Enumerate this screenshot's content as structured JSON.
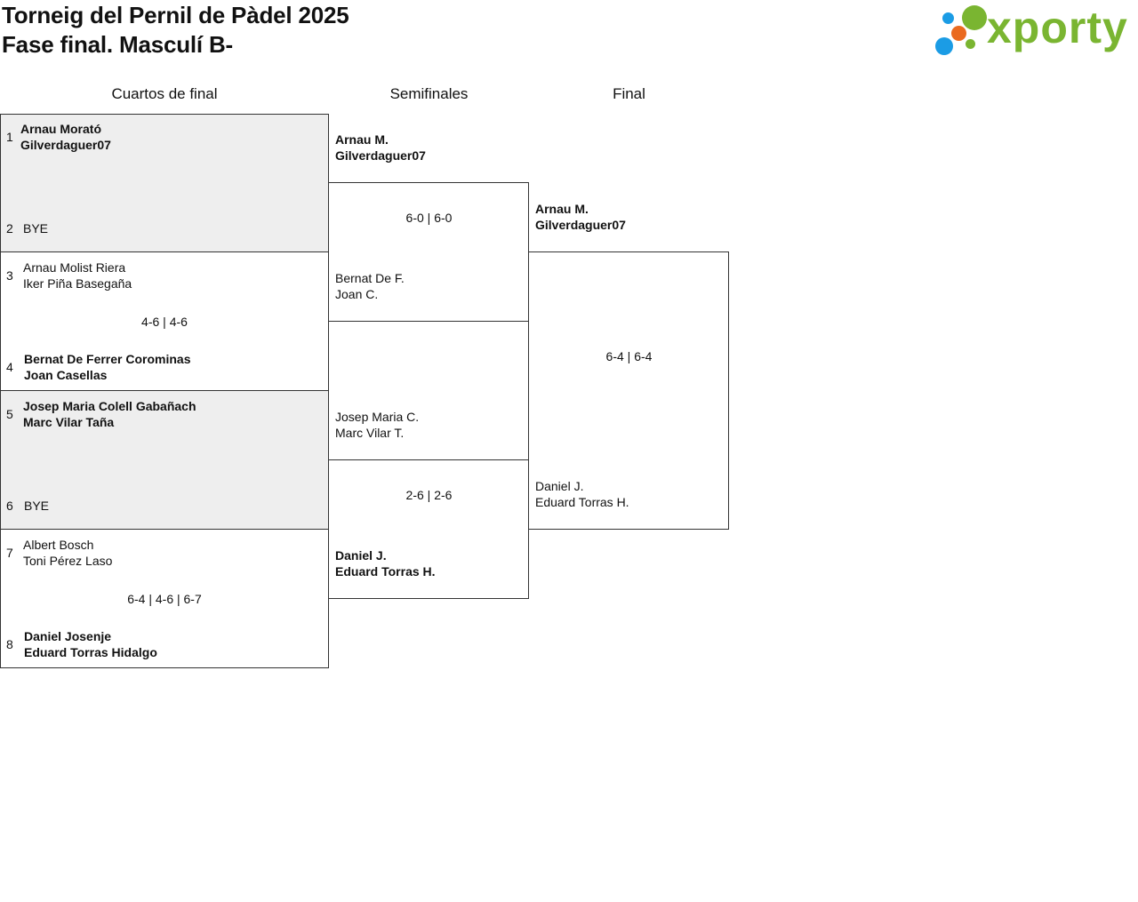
{
  "header": {
    "title_line1": "Torneig del Pernil de Pàdel 2025",
    "title_line2": "Fase final. Masculí B-"
  },
  "logo": {
    "text": "xporty",
    "colors": {
      "green": "#7ab531",
      "blue": "#1b9ce5",
      "orange": "#ea6a1f"
    }
  },
  "rounds": {
    "quarter": "Cuartos de final",
    "semi": "Semifinales",
    "final": "Final"
  },
  "quarterfinals": [
    {
      "seed_a": "1",
      "a1": "Arnau Morató",
      "a2": "Gilverdaguer07",
      "seed_b": "2",
      "b1": "BYE",
      "b2": "",
      "score": ""
    },
    {
      "seed_a": "3",
      "a1": "Arnau Molist Riera",
      "a2": "Iker Piña Basegaña",
      "seed_b": "4",
      "b1": "Bernat De Ferrer Corominas",
      "b2": "Joan Casellas",
      "score": "4-6 | 4-6"
    },
    {
      "seed_a": "5",
      "a1": "Josep Maria Colell Gabañach",
      "a2": "Marc Vilar Taña",
      "seed_b": "6",
      "b1": "BYE",
      "b2": "",
      "score": ""
    },
    {
      "seed_a": "7",
      "a1": "Albert Bosch",
      "a2": "Toni Pérez Laso",
      "seed_b": "8",
      "b1": "Daniel Josenje",
      "b2": "Eduard Torras Hidalgo",
      "score": "6-4 | 4-6 | 6-7"
    }
  ],
  "semifinals": [
    {
      "a1": "Arnau M.",
      "a2": "Gilverdaguer07",
      "b1": "Bernat De F.",
      "b2": "Joan C.",
      "score": "6-0 | 6-0"
    },
    {
      "a1": "Josep Maria C.",
      "a2": "Marc Vilar T.",
      "b1": "Daniel J.",
      "b2": "Eduard Torras H.",
      "score": "2-6 | 2-6"
    }
  ],
  "final": {
    "a1": "Arnau M.",
    "a2": "Gilverdaguer07",
    "b1": "Daniel J.",
    "b2": "Eduard Torras H.",
    "score": "6-4 | 6-4"
  }
}
